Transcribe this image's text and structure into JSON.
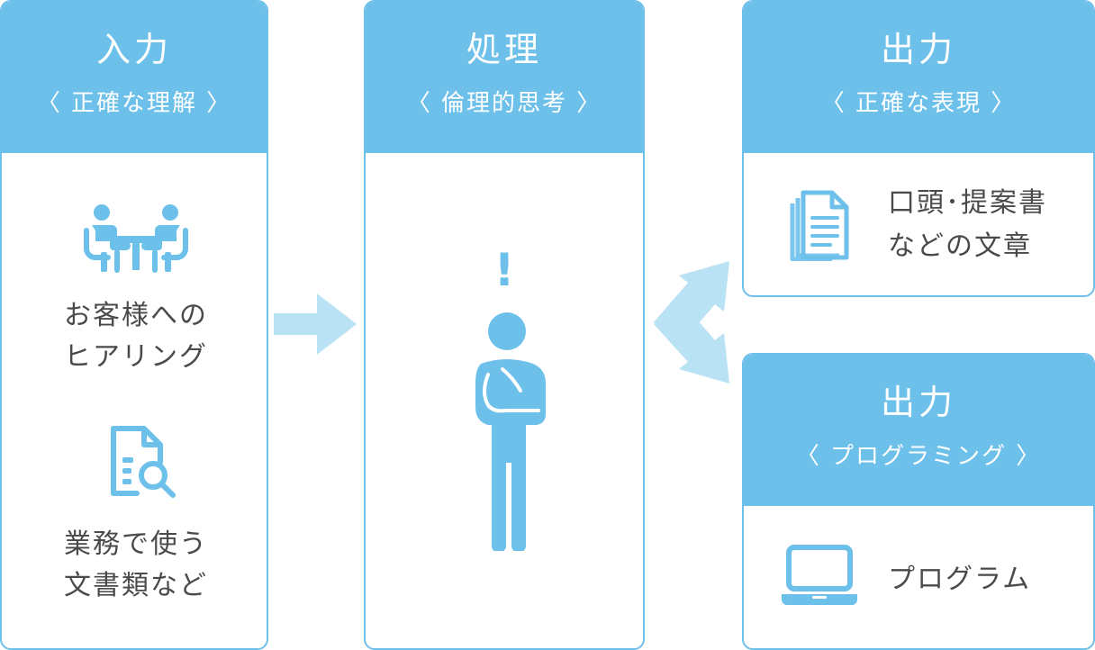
{
  "input": {
    "title": "入力",
    "subtitle": "〈 正確な理解 〉",
    "item1_line1": "お客様への",
    "item1_line2": "ヒアリング",
    "item2_line1": "業務で使う",
    "item2_line2": "文書類など",
    "icon1": "meeting-people-icon",
    "icon2": "document-search-icon"
  },
  "process": {
    "title": "処理",
    "subtitle": "〈 倫理的思考 〉",
    "exclamation": "!",
    "icon": "thinking-person-icon"
  },
  "output_doc": {
    "title": "出力",
    "subtitle": "〈 正確な表現 〉",
    "line1": "口頭･提案書",
    "line2": "などの文章",
    "icon": "documents-icon"
  },
  "output_prog": {
    "title": "出力",
    "subtitle": "〈 プログラミング 〉",
    "text": "プログラム",
    "icon": "laptop-icon"
  },
  "colors": {
    "accent": "#6dc0ea",
    "arrow": "#b9e2f5",
    "text": "#4a4a4a"
  }
}
